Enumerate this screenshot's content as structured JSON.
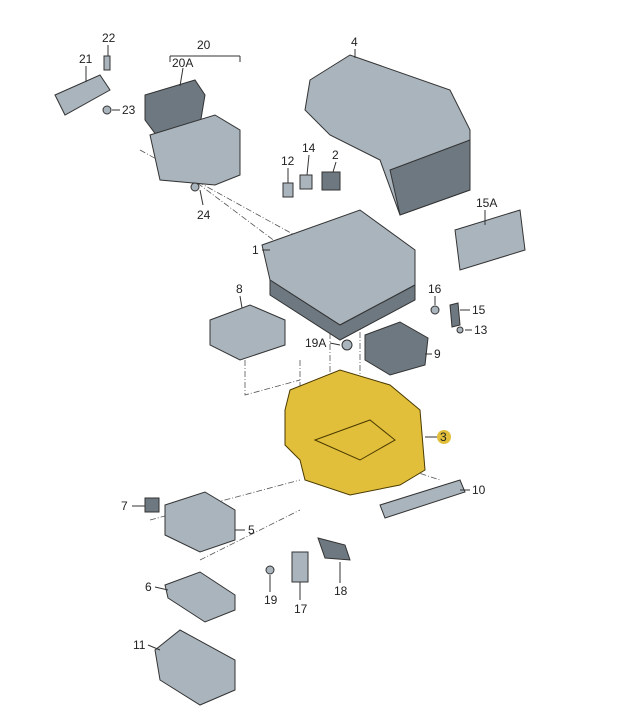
{
  "diagram": {
    "title": "Fuse/relay box exploded view",
    "highlight_color": "#e2bf3a",
    "labels": {
      "p22": "22",
      "p21": "21",
      "p23": "23",
      "p20": "20",
      "p20a": "20A",
      "p4": "4",
      "p24": "24",
      "p12": "12",
      "p14": "14",
      "p2": "2",
      "p1": "1",
      "p15a": "15A",
      "p8": "8",
      "p16": "16",
      "p15": "15",
      "p13": "13",
      "p19a": "19A",
      "p9": "9",
      "p3": "3",
      "p10": "10",
      "p7": "7",
      "p5": "5",
      "p19": "19",
      "p17": "17",
      "p18": "18",
      "p6": "6",
      "p11": "11"
    }
  }
}
